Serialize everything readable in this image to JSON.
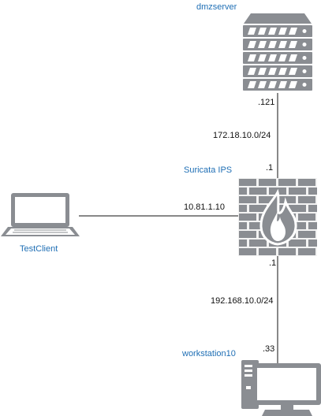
{
  "nodes": {
    "dmzserver": {
      "label": "dmzserver",
      "icon": "server-rack-icon"
    },
    "firewall": {
      "label": "Suricata IPS",
      "icon": "firewall-icon"
    },
    "client": {
      "label": "TestClient",
      "icon": "laptop-icon"
    },
    "workstation": {
      "label": "workstation10",
      "icon": "desktop-computer-icon"
    }
  },
  "links": {
    "dmz": {
      "subnet": "172.18.10.0/24",
      "host_ip": ".121",
      "gw_ip": ".1"
    },
    "client": {
      "ip": "10.81.1.10"
    },
    "lan": {
      "subnet": "192.168.10.0/24",
      "gw_ip": ".1",
      "host_ip": ".33"
    }
  },
  "colors": {
    "device_fill": "#8a8d92",
    "device_dark": "#5f6368",
    "label_blue": "#1f6fb5",
    "line": "#111111"
  }
}
